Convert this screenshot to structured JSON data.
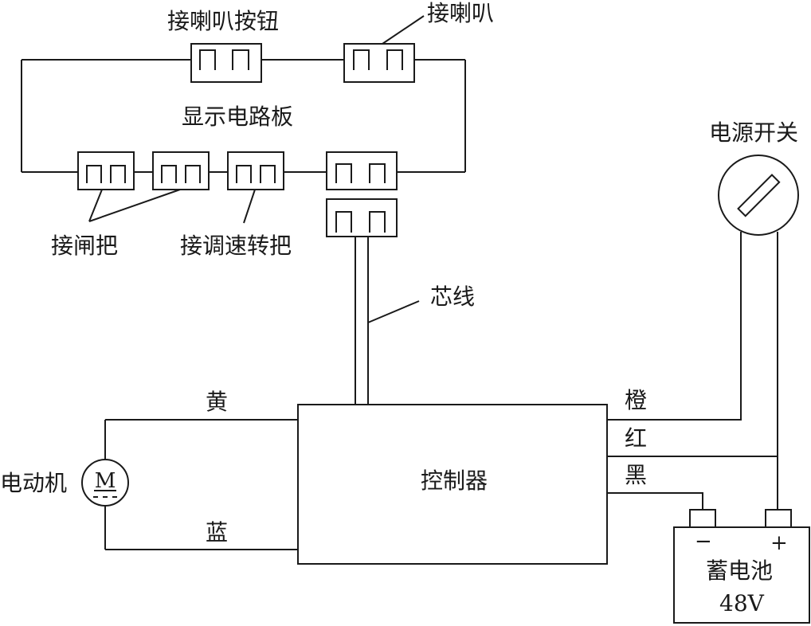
{
  "labels": {
    "horn_button": "接喇叭按钮",
    "horn": "接喇叭",
    "display_board": "显示电路板",
    "power_switch": "电源开关",
    "brake": "接闸把",
    "throttle": "接调速转把",
    "core_wire": "芯线",
    "yellow": "黄",
    "blue": "蓝",
    "motor": "电动机",
    "motor_symbol": "M",
    "controller": "控制器",
    "orange": "橙",
    "red": "红",
    "black": "黑",
    "battery": "蓄电池",
    "battery_voltage": "48V",
    "battery_minus": "−",
    "battery_plus": "+"
  }
}
